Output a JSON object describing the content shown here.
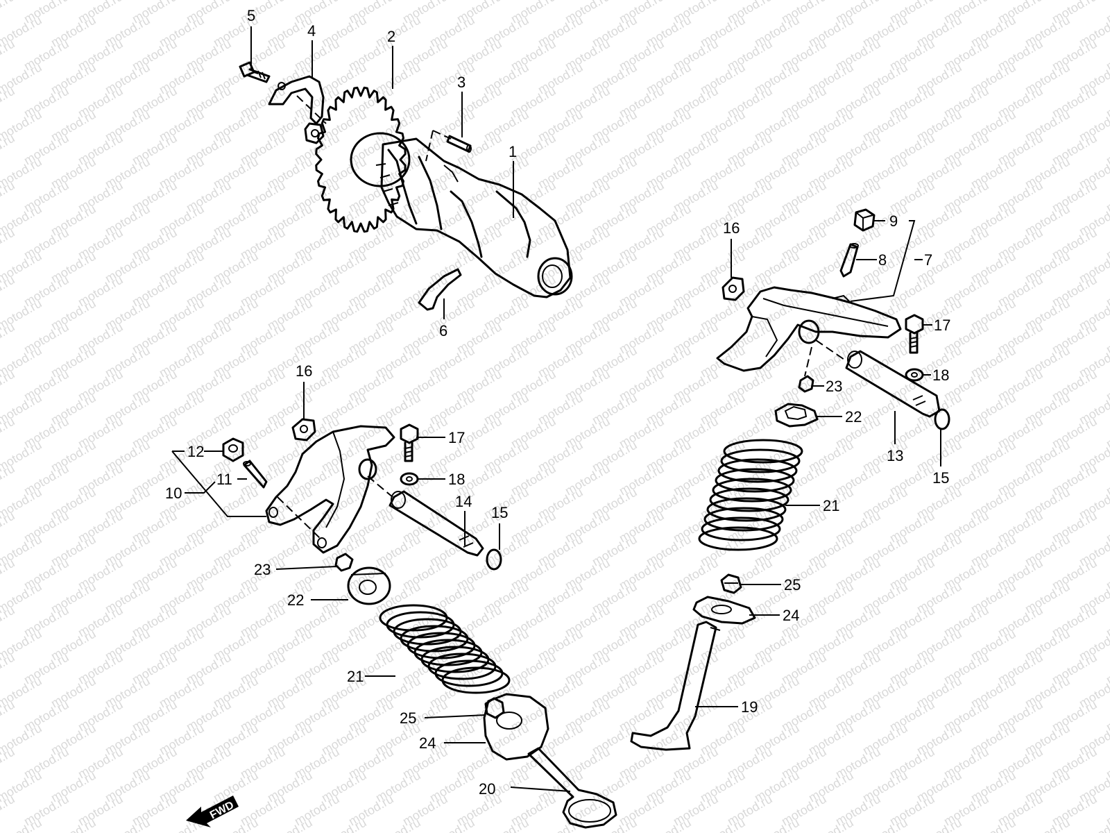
{
  "watermark": "motod.ru",
  "fwd_label": "FWD",
  "callouts": [
    {
      "id": "c5",
      "text": "5"
    },
    {
      "id": "c4",
      "text": "4"
    },
    {
      "id": "c2",
      "text": "2"
    },
    {
      "id": "c3",
      "text": "3"
    },
    {
      "id": "c1",
      "text": "1"
    },
    {
      "id": "c6",
      "text": "6"
    },
    {
      "id": "c16a",
      "text": "16"
    },
    {
      "id": "c9",
      "text": "9"
    },
    {
      "id": "c8",
      "text": "8"
    },
    {
      "id": "c7",
      "text": "7"
    },
    {
      "id": "c17a",
      "text": "17"
    },
    {
      "id": "c18a",
      "text": "18"
    },
    {
      "id": "c23a",
      "text": "23"
    },
    {
      "id": "c22a",
      "text": "22"
    },
    {
      "id": "c13",
      "text": "13"
    },
    {
      "id": "c15a",
      "text": "15"
    },
    {
      "id": "c21a",
      "text": "21"
    },
    {
      "id": "c25a",
      "text": "25"
    },
    {
      "id": "c24a",
      "text": "24"
    },
    {
      "id": "c19",
      "text": "19"
    },
    {
      "id": "c16b",
      "text": "16"
    },
    {
      "id": "c12",
      "text": "12"
    },
    {
      "id": "c11",
      "text": "11"
    },
    {
      "id": "c10",
      "text": "10"
    },
    {
      "id": "c17b",
      "text": "17"
    },
    {
      "id": "c18b",
      "text": "18"
    },
    {
      "id": "c14",
      "text": "14"
    },
    {
      "id": "c15b",
      "text": "15"
    },
    {
      "id": "c23b",
      "text": "23"
    },
    {
      "id": "c22b",
      "text": "22"
    },
    {
      "id": "c21b",
      "text": "21"
    },
    {
      "id": "c25b",
      "text": "25"
    },
    {
      "id": "c24b",
      "text": "24"
    },
    {
      "id": "c20",
      "text": "20"
    }
  ]
}
